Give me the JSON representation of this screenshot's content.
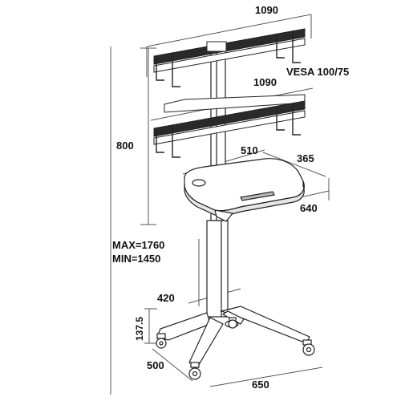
{
  "diagram": {
    "labels": {
      "width_top": "1090",
      "vesa": "VESA 100/75",
      "width_mid": "1090",
      "height_mount": "800",
      "tray_width": "510",
      "tray_depth": "365",
      "tray_span": "640",
      "height_range_max": "MAX=1760",
      "height_range_min": "MIN=1450",
      "column_height": "420",
      "base_height": "137.5",
      "base_depth": "500",
      "base_width": "650"
    },
    "colors": {
      "line": "#222222",
      "dim_line": "#555555",
      "bracket_fill": "#2a2a2a",
      "text": "#111111"
    }
  }
}
